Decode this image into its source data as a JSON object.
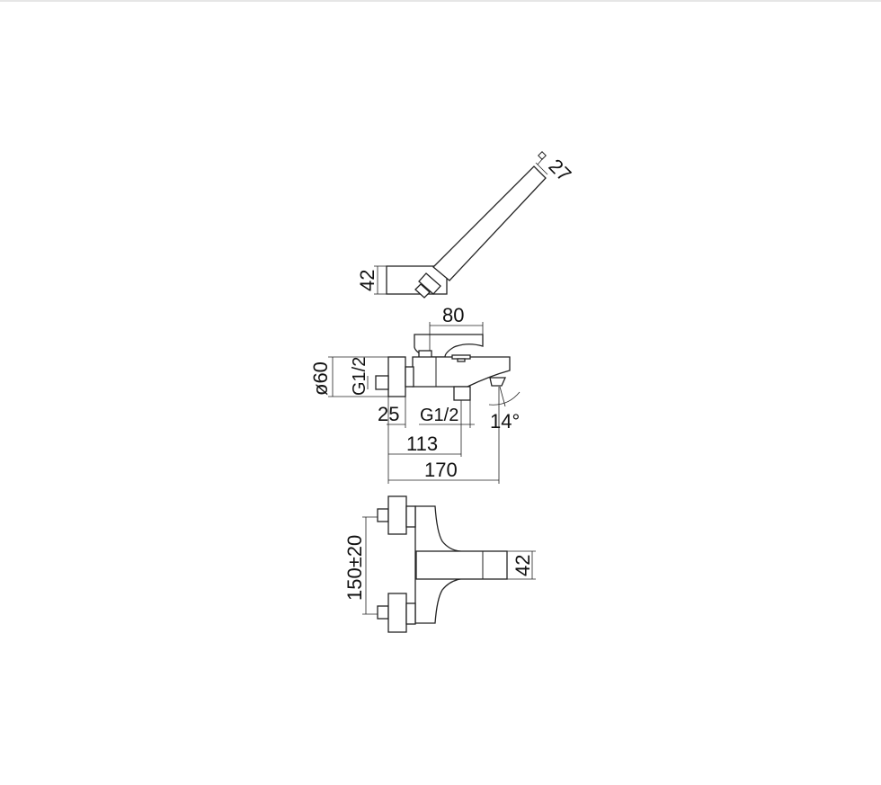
{
  "drawing": {
    "hand_shower": {
      "tube_dim": "27",
      "holder_dim": "42"
    },
    "side_view": {
      "lever_dim": "80",
      "plate_diameter": "ø60",
      "inlet_thread": "G1/2",
      "plate_depth": "25",
      "outlet_thread": "G1/2",
      "spout_angle": "14°",
      "outlet_distance": "113",
      "total_projection": "170"
    },
    "front_view": {
      "center_distance": "150±20",
      "spout_height": "42"
    }
  }
}
